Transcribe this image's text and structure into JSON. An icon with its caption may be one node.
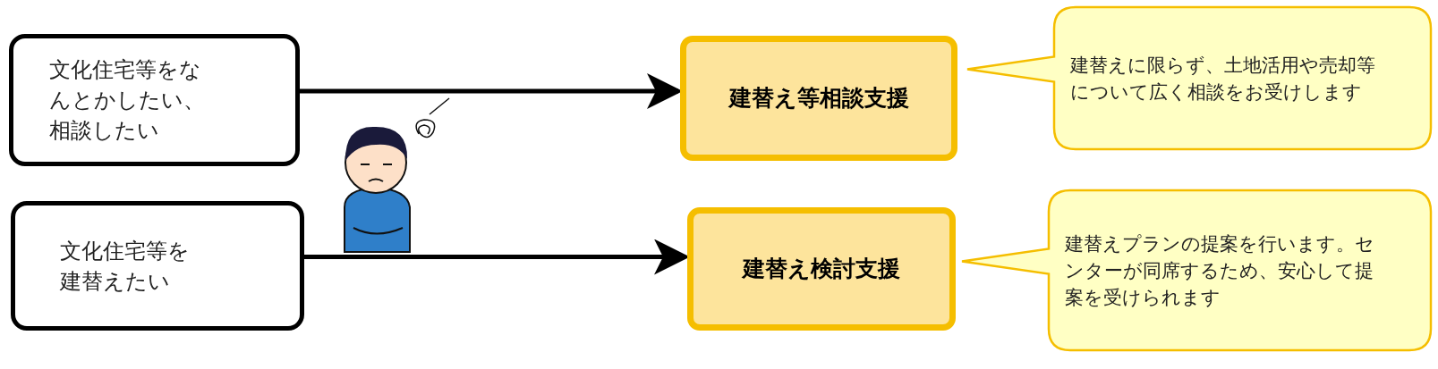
{
  "diagram": {
    "nodes": [
      {
        "text": [
          "文化住宅等をなんとかしたい、相談したい"
        ]
      },
      {
        "text": [
          "文化住宅等を建替えたい"
        ]
      },
      {
        "text": [
          "建替え等相談支援"
        ]
      },
      {
        "text": [
          "建替え検討支援"
        ]
      },
      {
        "text": [
          "建替えに限らず、土地活用や売却等について広く相談をお受けします"
        ]
      },
      {
        "text": [
          "建替えプランの提案を行います。センターが同席するため、安心して提案を受けられます"
        ]
      }
    ],
    "edges": [
      {
        "from": 0,
        "to": 2,
        "arrow": "to"
      },
      {
        "from": 1,
        "to": 3,
        "arrow": "to"
      }
    ]
  }
}
